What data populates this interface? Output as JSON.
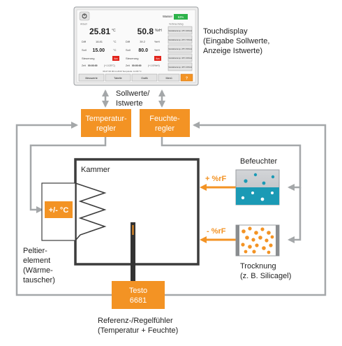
{
  "touchdisplay": {
    "caption_line1": "Touchdisplay",
    "caption_line2": "(Eingabe Sollwerte,",
    "caption_line3": "Anzeige Istwerte)",
    "wasser_label": "Wasser",
    "wasser_value": "53%",
    "left_header": "Aktuell",
    "right_header": "Verbrauchstag",
    "temp_value": "25.81",
    "temp_unit": "°C",
    "hum_value": "50.8",
    "hum_unit": "%rH",
    "diff_label": "Diff",
    "diff_t_value": "18.81",
    "diff_t_unit": "°C",
    "diff_h_value": "39.2",
    "diff_h_unit": "%rH",
    "soll_label": "Soll",
    "soll_t_value": "15.00",
    "soll_t_unit": "°C",
    "soll_h_value": "80.0",
    "soll_h_unit": "%rH",
    "steuerung_label": "Steuerung",
    "aus_label": "Aus",
    "zeit_label": "Zeit",
    "zeit_t_value": "00:00:00",
    "zeit_t_extra": "(+/-0.25°C)",
    "zeit_h_value": "00:00:00",
    "zeit_h_extra": "(+/-0.5%rH)",
    "status_line": "06.07.00 06.11.2016 Tempstufe: 14.80 °C",
    "side_buttons": [
      "Verstärkertemp. 15°C 90%rH",
      "Verstärkertemp. 20°C 70%rH",
      "Verstärkertemp. 25°C 50%rH",
      "Verstärkertemp. 30°C 30%rH",
      "Verstärkertemp. 40°C 20%rH"
    ],
    "tabs": [
      "Messwerte",
      "Tabelle",
      "Grafik",
      "Menü"
    ],
    "help_tab": "?"
  },
  "io_label_line1": "Sollwerte/",
  "io_label_line2": "Istwerte",
  "temp_controller": {
    "line1": "Temperatur-",
    "line2": "regler"
  },
  "hum_controller": {
    "line1": "Feuchte-",
    "line2": "regler"
  },
  "chamber_label": "Kammer",
  "humidifier_label": "Befeuchter",
  "plus_rf": "+ %rF",
  "minus_rf": "- %rF",
  "peltier_symbol": "+/- °C",
  "peltier_caption": [
    "Peltier-",
    "element",
    "(Wärme-",
    "tauscher)"
  ],
  "drying_caption": [
    "Trocknung",
    "(z. B. Silicagel)"
  ],
  "testo": {
    "line1": "Testo",
    "line2": "6681"
  },
  "probe_caption": [
    "Referenz-/Regelfühler",
    "(Temperatur + Feuchte)"
  ],
  "colors": {
    "orange": "#f39324",
    "gray_line": "#a4a7a9",
    "dark": "#3c3c3c",
    "water_blue": "#1b9ab5",
    "red_button": "#e2231a"
  }
}
